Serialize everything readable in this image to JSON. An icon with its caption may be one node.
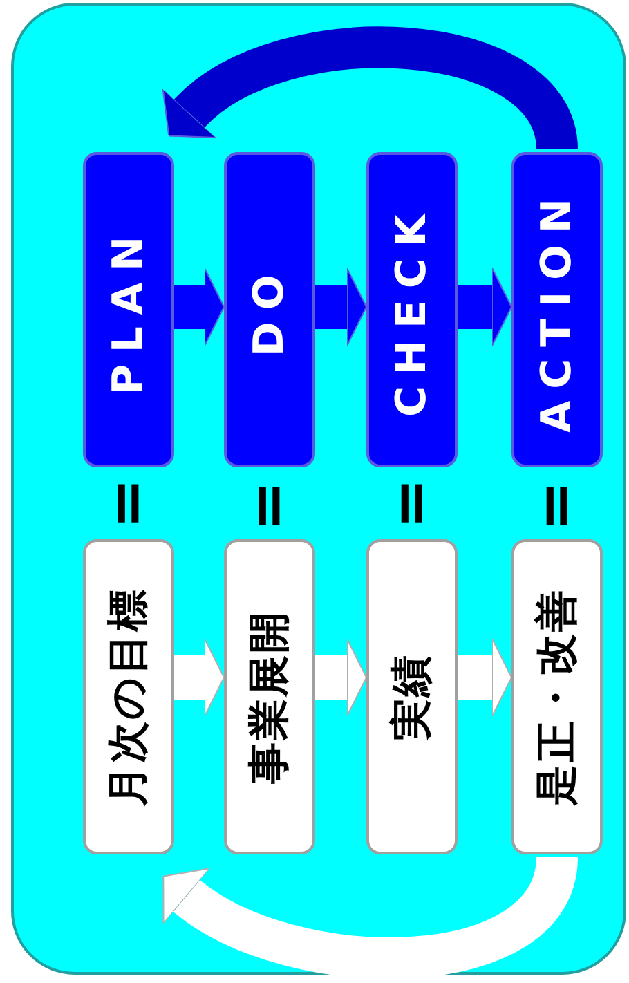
{
  "diagram": {
    "nodes": [
      {
        "text": [
          "PLAN"
        ]
      },
      {
        "text": [
          "DO"
        ]
      },
      {
        "text": [
          "CHECK"
        ]
      },
      {
        "text": [
          "ACTION"
        ]
      },
      {
        "text": [
          "月次の目標"
        ]
      },
      {
        "text": [
          "事業展開"
        ]
      },
      {
        "text": [
          "実績"
        ]
      },
      {
        "text": [
          "是正・改善"
        ]
      }
    ],
    "edges": [
      {
        "from": 0,
        "to": 1,
        "arrow": "to",
        "color": "#0000ff"
      },
      {
        "from": 1,
        "to": 2,
        "arrow": "to",
        "color": "#0000ff"
      },
      {
        "from": 2,
        "to": 3,
        "arrow": "to",
        "color": "#0000ff"
      },
      {
        "from": 4,
        "to": 5,
        "arrow": "to",
        "color": "#ffffff"
      },
      {
        "from": 5,
        "to": 6,
        "arrow": "to",
        "color": "#ffffff"
      },
      {
        "from": 6,
        "to": 7,
        "arrow": "to",
        "color": "#ffffff"
      },
      {
        "from": 3,
        "to": 0,
        "arrow": "to",
        "color": "#0000cc"
      },
      {
        "from": 7,
        "to": 4,
        "arrow": "to",
        "color": "#ffffff"
      }
    ],
    "labels": [
      "=",
      "=",
      "=",
      "="
    ]
  }
}
